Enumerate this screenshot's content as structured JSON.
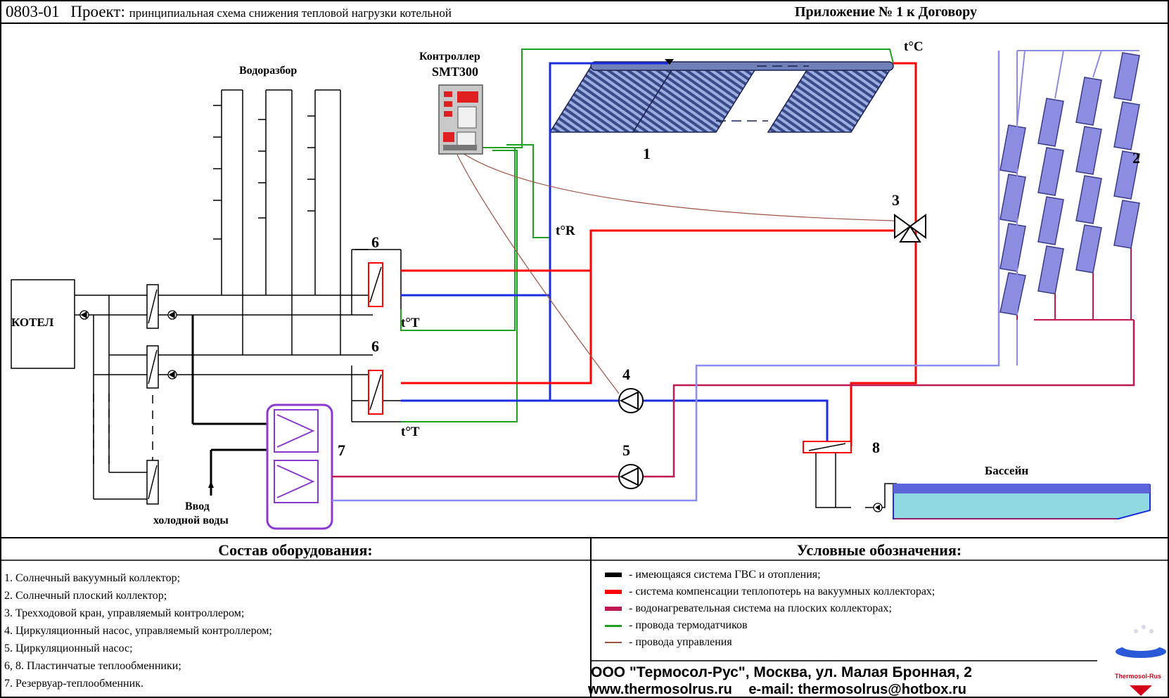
{
  "header": {
    "code": "0803-01",
    "project_label": "Проект:",
    "project_text": "принципиальная схема снижения тепловой нагрузки котельной",
    "appendix": "Приложение № 1 к Договору"
  },
  "diagram": {
    "controller_line1": "Контроллер",
    "controller_line2": "SMT300",
    "water_intake": "Водоразбор",
    "boiler": "КОТЕЛ",
    "sensor_tc": "t°C",
    "sensor_tr": "t°R",
    "sensor_tt_upper": "t°T",
    "sensor_tt_lower": "t°T",
    "pool": "Бассейн",
    "cold_water_line1": "Ввод",
    "cold_water_line2": "холодной воды",
    "num_1": "1",
    "num_2": "2",
    "num_3": "3",
    "num_4": "4",
    "num_5": "5",
    "num_6a": "6",
    "num_6b": "6",
    "num_7": "7",
    "num_8": "8"
  },
  "equipment": {
    "title": "Состав оборудования:",
    "items": [
      "1. Солнечный вакуумный коллектор;",
      "2. Солнечный плоский коллектор;",
      "3. Трехходовой кран, управляемый контроллером;",
      "4. Циркуляционный насос,  управляемый контроллером;",
      "5. Циркуляционный насос;",
      "6, 8. Пластинчатые теплообменники;",
      "7. Резервуар-теплообменник."
    ]
  },
  "legend": {
    "title": "Условные обозначения:",
    "items": [
      {
        "text": "- имеющаяся система ГВС и отопления;",
        "color": "#000000"
      },
      {
        "text": "- система компенсации теплопотерь на вакуумных  коллекторах;",
        "color": "#ff0000"
      },
      {
        "text": "- водонагревательная система на плоских коллекторах;",
        "color": "#c01850"
      },
      {
        "text": "- провода термодатчиков",
        "color": "#20a020"
      },
      {
        "text": "- провода  управления",
        "color": "#a05040"
      }
    ]
  },
  "footer": {
    "company": "ООО \"Термосол-Рус\", Москва, ул. Малая Бронная, 2",
    "website": "www.thermosolrus.ru",
    "email": "e-mail: thermosolrus@hotbox.ru",
    "logo_text": "Thermosol-Rus"
  },
  "colors": {
    "black": "#000000",
    "red": "#ff0000",
    "crimson": "#c01850",
    "green": "#20a020",
    "brown": "#a05040",
    "blue": "#1a2de0",
    "lavender": "#8c8cf0",
    "purple": "#8a3ad0",
    "panel_blue": "#8c8ce0"
  }
}
